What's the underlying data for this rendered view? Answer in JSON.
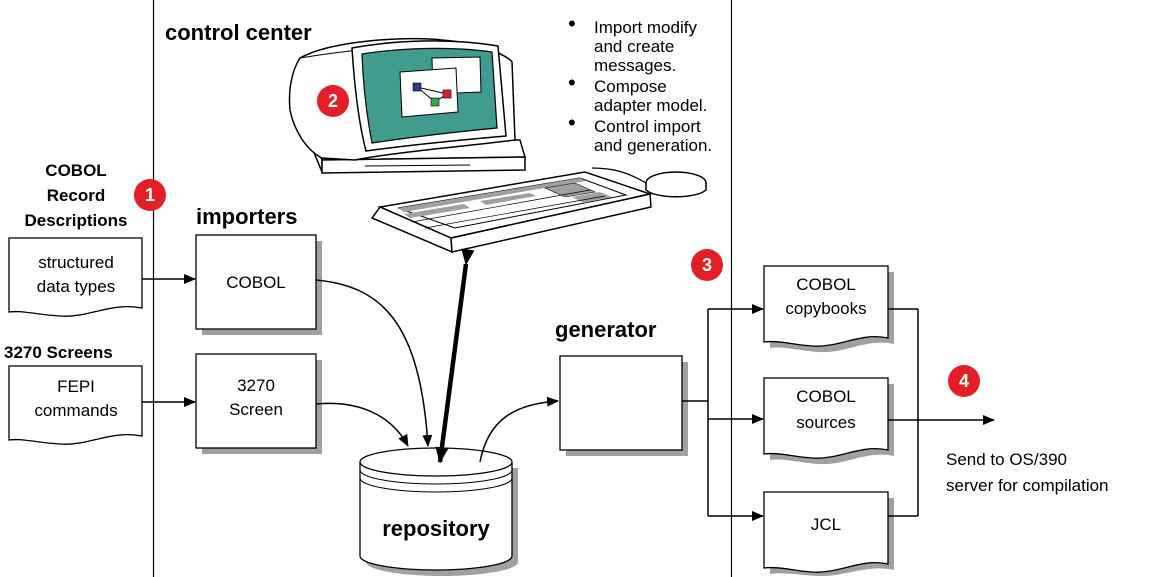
{
  "control_center": {
    "title": "control center",
    "bullets": [
      [
        "Import modify",
        "and create",
        "messages."
      ],
      [
        "Compose",
        "adapter model."
      ],
      [
        "Control import",
        "and generation."
      ]
    ]
  },
  "inputs": {
    "cobol_heading": [
      "COBOL",
      "Record",
      "Descriptions"
    ],
    "cobol_doc": [
      "structured",
      "data types"
    ],
    "screens_heading": "3270 Screens",
    "screens_doc": [
      "FEPI",
      "commands"
    ]
  },
  "importers": {
    "title": "importers",
    "cobol": "COBOL",
    "screen": [
      "3270",
      "Screen"
    ]
  },
  "repository": {
    "label": "repository"
  },
  "generator": {
    "title": "generator"
  },
  "outputs": {
    "copybooks": [
      "COBOL",
      "copybooks"
    ],
    "sources": [
      "COBOL",
      "sources"
    ],
    "jcl": "JCL"
  },
  "send": [
    "Send to OS/390",
    "server for compilation"
  ],
  "badges": [
    "1",
    "2",
    "3",
    "4"
  ],
  "colors": {
    "badge": "#e21f26",
    "screen": "#3f9c8e",
    "shadow": "#a0a0a0"
  }
}
